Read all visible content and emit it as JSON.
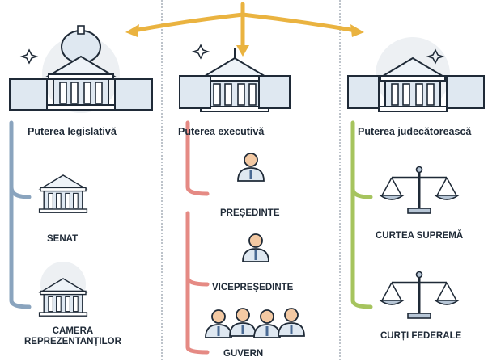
{
  "colors": {
    "legislative": "#8aa4be",
    "executive": "#e58a84",
    "judicial": "#a6c45e",
    "arrows": "#eab340",
    "ink": "#1f2a37",
    "divider": "#7b8794"
  },
  "columns": [
    {
      "heading": "Puterea legislativă",
      "items": [
        {
          "label": "SENAT",
          "icon": "senate-building-icon"
        },
        {
          "label": "CAMERA\nREPREZENTANȚILOR",
          "icon": "house-of-representatives-building-icon"
        }
      ],
      "icon": "capitol-building-icon"
    },
    {
      "heading": "Puterea executivă",
      "items": [
        {
          "label": "PREȘEDINTE",
          "icon": "president-person-icon"
        },
        {
          "label": "VICEPREȘEDINTE",
          "icon": "vice-president-person-icon"
        },
        {
          "label": "GUVERN",
          "icon": "cabinet-group-icon"
        }
      ],
      "icon": "white-house-icon"
    },
    {
      "heading": "Puterea judecătorească",
      "items": [
        {
          "label": "CURTEA SUPREMĂ",
          "icon": "scales-of-justice-icon"
        },
        {
          "label": "CURȚI FEDERALE",
          "icon": "scales-of-justice-icon"
        }
      ],
      "icon": "supreme-court-building-icon"
    }
  ]
}
